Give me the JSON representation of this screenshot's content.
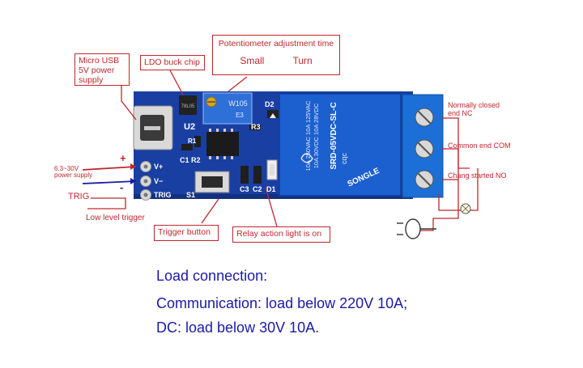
{
  "callouts": {
    "usb": [
      "Micro USB",
      "5V power",
      "supply"
    ],
    "ldo": "LDO buck chip",
    "pot_title": "Potentiometer adjustment time",
    "pot_small": "Small",
    "pot_turn": "Turn",
    "trigger": "Trigger button",
    "relay_light": "Relay action light is on"
  },
  "side_labels": {
    "supply": [
      "6.3~30V",
      "power supply"
    ],
    "plus": "+",
    "minus": "-",
    "trig": "TRIG",
    "low_level": "Low level trigger",
    "nc": [
      "Normally closed",
      "end NC"
    ],
    "com": "Common end COM",
    "no": "Chang started NO"
  },
  "board_text": {
    "vplus": "V+",
    "vminus": "V−",
    "trig": "TRIG",
    "u2": "U2",
    "r1": "R1",
    "r2": "R2",
    "c1": "C1",
    "s1": "S1",
    "c2": "C2",
    "c3": "C3",
    "d1": "D1",
    "d2": "D2",
    "r3": "R3",
    "chip": "78L05",
    "pot_code": "W105",
    "pot_sub": "E3",
    "relay_lines": [
      "10A 250VAC 10A 125VAC",
      "10A 30VDC 10A 28VDC",
      "SRD-05VDC-SL-C"
    ],
    "relay_brand": "SONGLE",
    "relay_cert": "cqc"
  },
  "notes": {
    "title": "Load connection:",
    "line1": "Communication: load below 220V 10A;",
    "line2": "DC: load below 30V 10A."
  },
  "colors": {
    "board": "#1a3fa3",
    "relay": "#1c5fcf",
    "callout": "#c1272d",
    "note_text": "#1a1aa8",
    "terminal": "#1b6fd6"
  }
}
